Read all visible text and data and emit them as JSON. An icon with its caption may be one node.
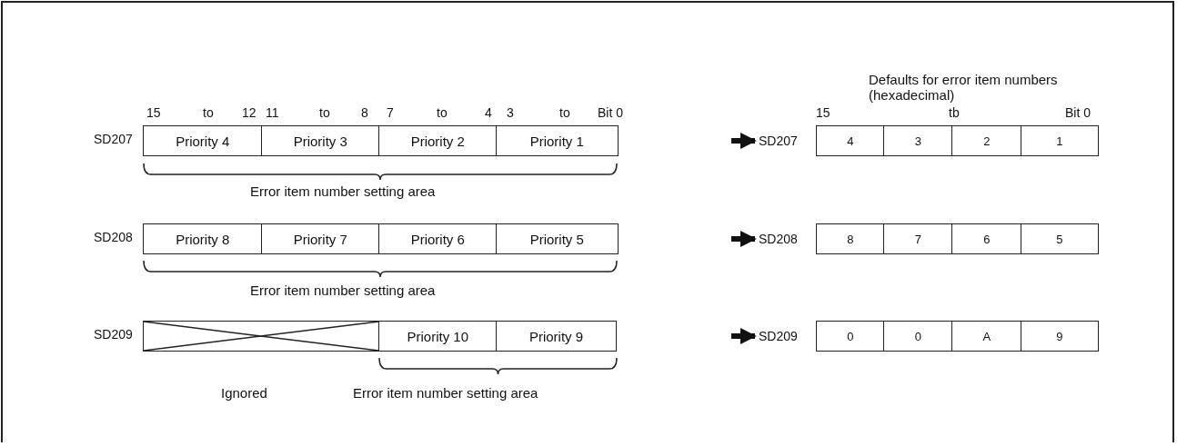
{
  "diagram": {
    "nodes": [
      {
        "text": [
          "Priority 4"
        ]
      },
      {
        "text": [
          "Priority 3"
        ]
      },
      {
        "text": [
          "Priority 2"
        ]
      },
      {
        "text": [
          "Priority 1"
        ]
      },
      {
        "text": [
          "SD207"
        ]
      },
      {
        "text": [
          "4"
        ]
      },
      {
        "text": [
          "3"
        ]
      },
      {
        "text": [
          "2"
        ]
      },
      {
        "text": [
          "1"
        ]
      },
      {
        "text": [
          "Priority 8"
        ]
      },
      {
        "text": [
          "Priority 7"
        ]
      },
      {
        "text": [
          "Priority 6"
        ]
      },
      {
        "text": [
          "Priority 5"
        ]
      },
      {
        "text": [
          "SD208"
        ]
      },
      {
        "text": [
          "8"
        ]
      },
      {
        "text": [
          "7"
        ]
      },
      {
        "text": [
          "6"
        ]
      },
      {
        "text": [
          "5"
        ]
      },
      {
        "text": [],
        "shape": "box"
      },
      {
        "text": [
          "Priority 10"
        ]
      },
      {
        "text": [
          "Priority 9"
        ]
      },
      {
        "text": [
          "SD209"
        ]
      },
      {
        "text": [
          "0"
        ]
      },
      {
        "text": [
          "0"
        ]
      },
      {
        "text": [
          "A"
        ]
      },
      {
        "text": [
          "9"
        ]
      }
    ],
    "edges": [
      {
        "from": null,
        "to": 4,
        "arrow": "to"
      },
      {
        "from": null,
        "to": 13,
        "arrow": "to"
      },
      {
        "from": null,
        "to": 21,
        "arrow": "to"
      }
    ],
    "labels": [
      "Defaults for error item numbers (hexadecimal)",
      "15",
      "to",
      "12",
      "11",
      "to",
      "8",
      "7",
      "to",
      "4",
      "3",
      "to",
      "Bit 0",
      "15",
      "tb",
      "Bit 0",
      "SD207",
      "Error item number setting area",
      "SD208",
      "Error item number setting area",
      "SD209",
      "Ignored",
      "Error item number setting area"
    ]
  }
}
